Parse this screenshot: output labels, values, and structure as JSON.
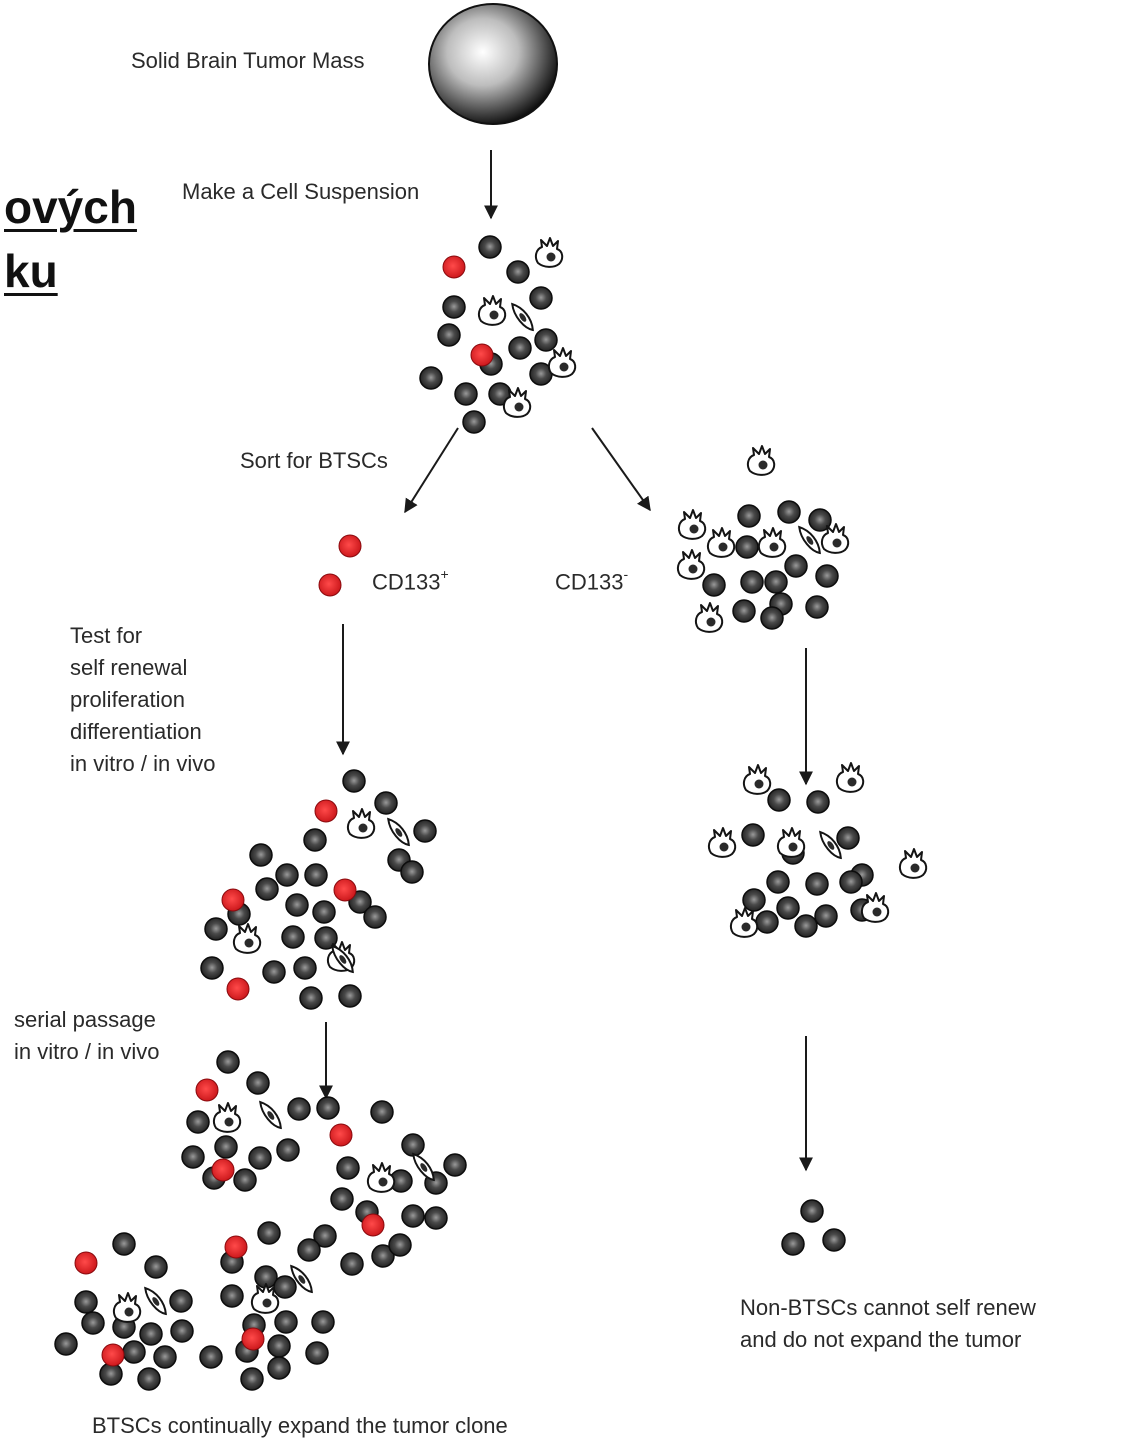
{
  "title_fragments": [
    "ových",
    "ku"
  ],
  "labels": {
    "tumor_mass": "Solid Brain Tumor Mass",
    "cell_suspension": "Make a Cell Suspension",
    "sort": "Sort for BTSCs",
    "cd133_pos": "CD133",
    "cd133_pos_sup": "+",
    "cd133_neg": "CD133",
    "cd133_neg_sup": "-",
    "test_for": [
      "Test for",
      "self renewal",
      "proliferation",
      "differentiation",
      "in vitro / in vivo"
    ],
    "serial_passage": [
      "serial passage",
      "in vitro / in vivo"
    ],
    "non_btsc": [
      "Non-BTSCs cannot self renew",
      "and do not expand the tumor"
    ],
    "btsc_expand": "BTSCs continually expand the tumor clone"
  },
  "colors": {
    "stem_cell": "#e0202a",
    "cell_dark": "#1e1e1e",
    "text": "#2a2a2a"
  },
  "icons": [
    "tumor-sphere-icon",
    "stem-cell-icon",
    "tumor-cell-icon",
    "irregular-cell-icon",
    "spindle-cell-icon",
    "arrow-icon"
  ]
}
